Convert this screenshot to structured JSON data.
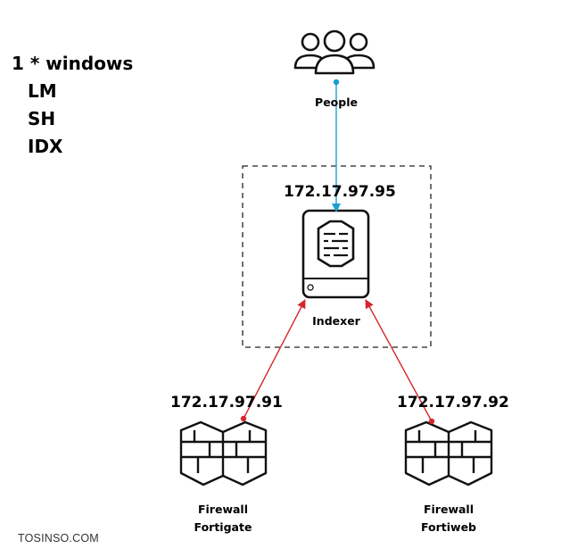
{
  "side_note": {
    "title": "1 * windows",
    "items": [
      "LM",
      "SH",
      "IDX"
    ]
  },
  "nodes": {
    "people": {
      "label": "People",
      "icon": "people-group-icon"
    },
    "indexer": {
      "ip": "172.17.97.95",
      "label": "Indexer",
      "icon": "indexer-server-icon"
    },
    "fortigate": {
      "ip": "172.17.97.91",
      "label_line1": "Firewall",
      "label_line2": "Fortigate",
      "icon": "firewall-brick-icon"
    },
    "fortiweb": {
      "ip": "172.17.97.92",
      "label_line1": "Firewall",
      "label_line2": "Fortiweb",
      "icon": "firewall-brick-icon"
    }
  },
  "connections": [
    {
      "from": "people",
      "to": "indexer",
      "color": "#1a9fd0"
    },
    {
      "from": "fortigate",
      "to": "indexer",
      "color": "#d3282e"
    },
    {
      "from": "fortiweb",
      "to": "indexer",
      "color": "#d3282e"
    }
  ],
  "watermark": "TOSINSO.COM"
}
